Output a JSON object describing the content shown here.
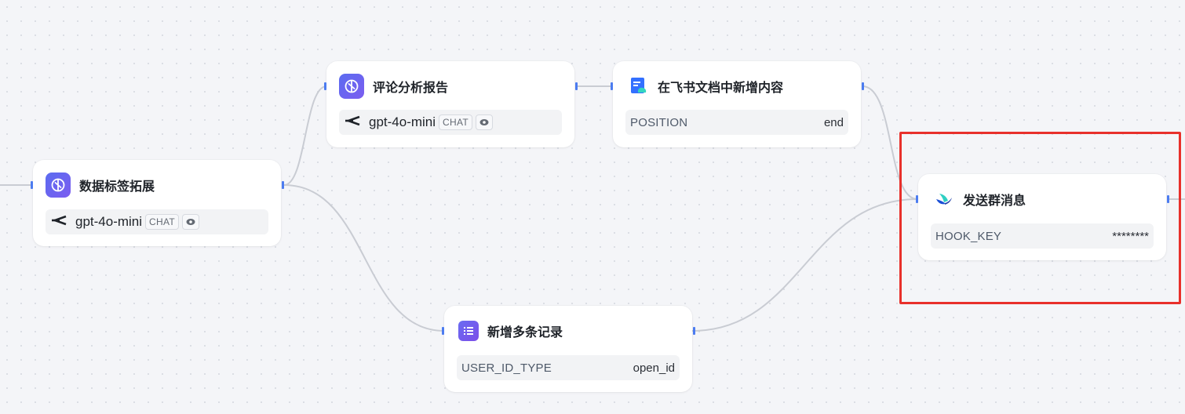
{
  "nodes": {
    "data_tag": {
      "title": "数据标签拓展",
      "model": "gpt-4o-mini",
      "tag": "CHAT"
    },
    "comment_report": {
      "title": "评论分析报告",
      "model": "gpt-4o-mini",
      "tag": "CHAT"
    },
    "feishu_doc": {
      "title": "在飞书文档中新增内容",
      "param_label": "POSITION",
      "param_value": "end"
    },
    "send_group": {
      "title": "发送群消息",
      "param_label": "HOOK_KEY",
      "param_value": "********"
    },
    "add_records": {
      "title": "新增多条记录",
      "param_label": "USER_ID_TYPE",
      "param_value": "open_id"
    }
  },
  "colors": {
    "port": "#4c7cf0",
    "edge": "#c9ccd3",
    "highlight": "#e8302b",
    "model_icon": "#5b6cf0"
  }
}
